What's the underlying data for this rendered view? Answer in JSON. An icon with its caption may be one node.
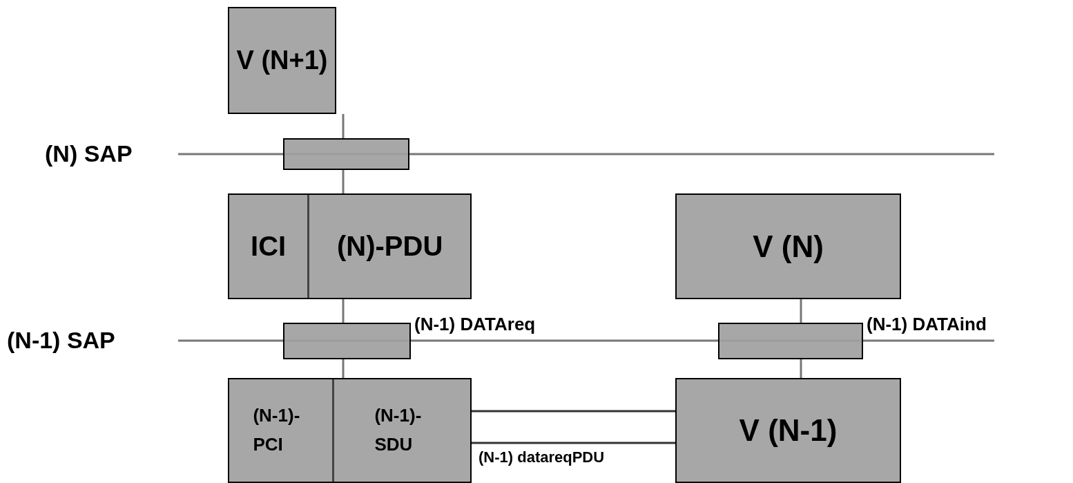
{
  "diagram": {
    "nodes": [
      {
        "text": [
          "V (N+1)"
        ]
      },
      {
        "text": [],
        "shape": "box"
      },
      {
        "text": [
          "ICI",
          "(N)-PDU"
        ]
      },
      {
        "text": [
          "V (N)"
        ]
      },
      {
        "text": [],
        "shape": "box"
      },
      {
        "text": [],
        "shape": "box"
      },
      {
        "text": [
          "(N-1)- PCI",
          "(N-1)- SDU"
        ]
      },
      {
        "text": [
          "V (N-1)"
        ]
      }
    ],
    "edges": [
      {
        "from": 0,
        "to": 1,
        "arrow": "none"
      },
      {
        "from": 1,
        "to": 2,
        "arrow": "none"
      },
      {
        "from": 2,
        "to": 4,
        "arrow": "none"
      },
      {
        "from": 4,
        "to": 6,
        "arrow": "none"
      },
      {
        "from": 3,
        "to": 5,
        "arrow": "none"
      },
      {
        "from": 5,
        "to": 7,
        "arrow": "none"
      },
      {
        "from": 6,
        "to": 7,
        "arrow": "none"
      },
      {
        "from": 6,
        "to": 7,
        "arrow": "none",
        "label": "(N-1) datareqPDU"
      }
    ],
    "labels": [
      "(N) SAP",
      "(N-1) DATAreq",
      "(N-1) SAP",
      "(N-1) DATAind"
    ]
  }
}
